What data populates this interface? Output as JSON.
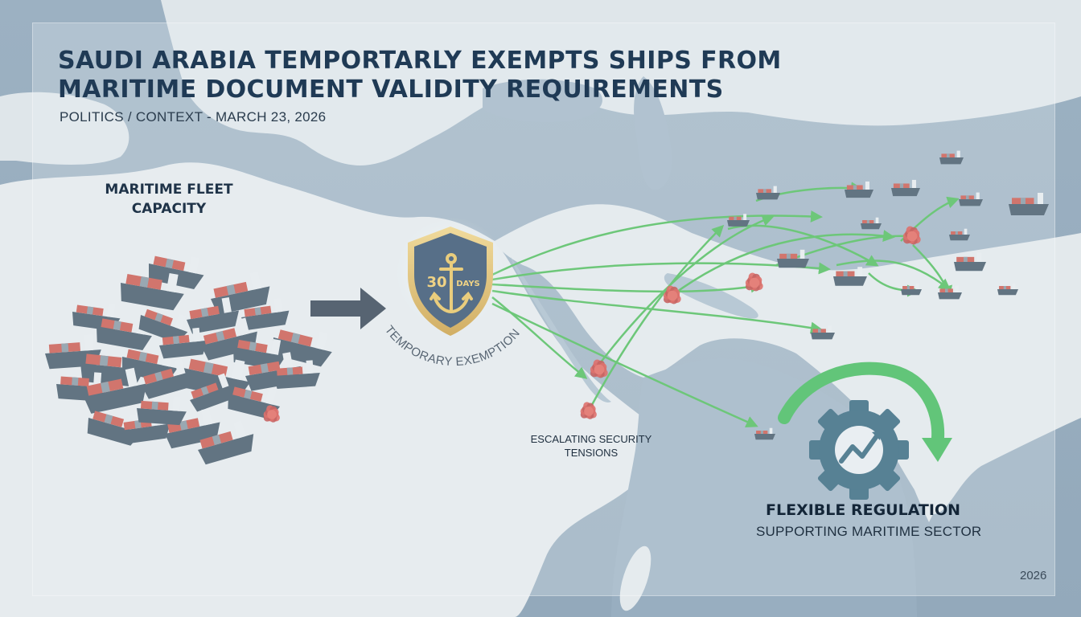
{
  "header": {
    "title_line1": "SAUDI ARABIA TEMPORTARLY EXEMPTS SHIPS FROM",
    "title_line2": "MARITIME DOCUMENT VALIDITY REQUIREMENTS",
    "subtitle": "POLITICS / CONTEXT - MARCH 23, 2026"
  },
  "fleet": {
    "label_line1": "MARITIME FLEET",
    "label_line2": "CAPACITY"
  },
  "badge": {
    "number": "30",
    "unit": "DAYS",
    "arc_label": "TEMPORARY EXEMPTION"
  },
  "security": {
    "label_line1": "ESCALATING SECURITY",
    "label_line2": "TENSIONS"
  },
  "regulation": {
    "title": "FLEXIBLE REGULATION",
    "subtitle": "SUPPORTING MARITIME SECTOR"
  },
  "footer": {
    "year": "2026"
  },
  "colors": {
    "title": "#1f3a55",
    "route_green": "#3db84a",
    "hull": "#2f4556",
    "container_red": "#c8463a",
    "shield_navy": "#1f3e5f",
    "shield_gold": "#e5b948",
    "gear": "#1f5670",
    "sea": "#9fb3c3",
    "land": "#e7ecef"
  },
  "icons": [
    "anchor-icon",
    "shield-icon",
    "gear-icon",
    "growth-chart-icon",
    "arrow-right-icon",
    "explosion-icon",
    "ship-icon"
  ]
}
